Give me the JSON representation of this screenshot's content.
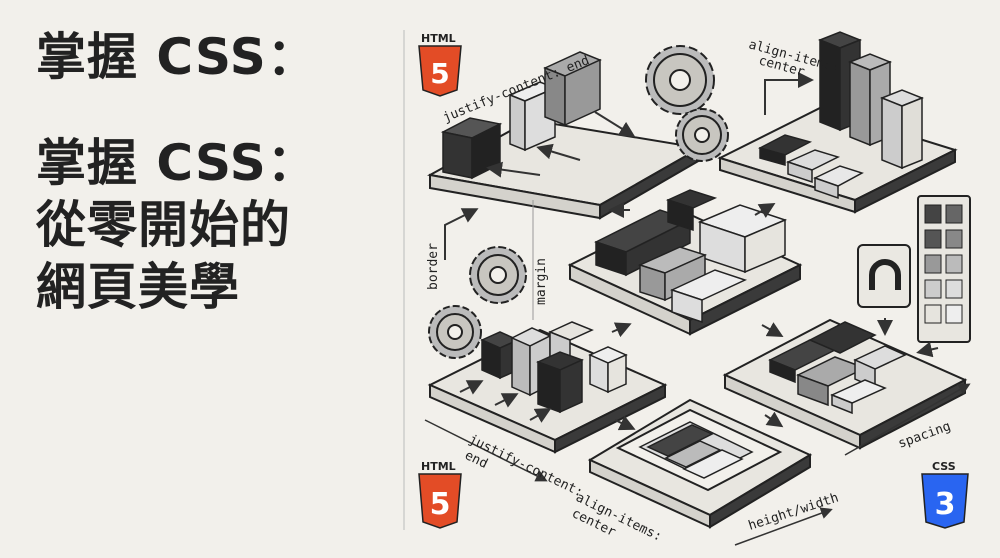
{
  "headline": {
    "line1": "掌握 CSS：",
    "line2": "掌握 CSS：",
    "line3": "從零開始的",
    "line4": "網頁美學"
  },
  "labels": {
    "justify_top": "justify-content: end",
    "align_top1": "align-items:",
    "align_top2": "center",
    "border": "border",
    "margin": "margin",
    "justify_bottom1": "justify-content:",
    "justify_bottom2": "end",
    "align_bottom1": "align-items:",
    "align_bottom2": "center",
    "height_width": "height/width",
    "spacing": "spacing"
  },
  "badges": {
    "html_top": "HTML",
    "html_top_num": "5",
    "html_bottom": "HTML",
    "html_bottom_num": "5",
    "css_bottom": "CSS",
    "css_bottom_num": "3"
  },
  "colors": {
    "background": "#f2f0eb",
    "html_orange": "#e34c26",
    "css_blue": "#2965f1",
    "ink": "#222222"
  },
  "icons": [
    "gear-icon",
    "html5-logo-icon",
    "css3-logo-icon",
    "magnet-icon",
    "grid-icon",
    "arrow-icon"
  ]
}
